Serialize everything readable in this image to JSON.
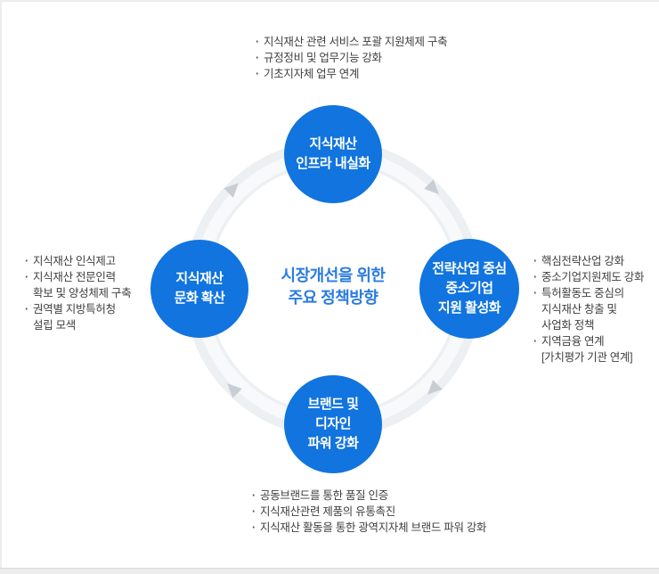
{
  "center": {
    "lines": [
      "시장개선을 위한",
      "주요 정책방향"
    ]
  },
  "nodes": {
    "top": {
      "lines": [
        "지식재산",
        "인프라 내실화"
      ]
    },
    "right": {
      "lines": [
        "전략산업 중심",
        "중소기업",
        "지원 활성화"
      ]
    },
    "bottom": {
      "lines": [
        "브랜드 및",
        "디자인",
        "파워 강화"
      ]
    },
    "left": {
      "lines": [
        "지식재산",
        "문화 확산"
      ]
    }
  },
  "lists": {
    "top": {
      "items": [
        {
          "lines": [
            "지식재산 관련 서비스 포괄 지원체제 구축"
          ]
        },
        {
          "lines": [
            "규정정비 및 업무기능 강화"
          ]
        },
        {
          "lines": [
            "기초지자체 업무 연계"
          ]
        }
      ]
    },
    "right": {
      "items": [
        {
          "lines": [
            "핵심전략산업 강화"
          ]
        },
        {
          "lines": [
            "중소기업지원제도 강화"
          ]
        },
        {
          "lines": [
            "특허활동도 중심의",
            "지식재산 창출 및",
            "사업화 정책"
          ]
        },
        {
          "lines": [
            "지역금융 연계",
            "[가치평가 기관 연계]"
          ]
        }
      ]
    },
    "bottom": {
      "items": [
        {
          "lines": [
            "공동브랜드를 통한 품질 인증"
          ]
        },
        {
          "lines": [
            "지식재산관련 제품의 유통촉진"
          ]
        },
        {
          "lines": [
            "지식재산 활동을 통한 광역지자체 브랜드 파워 강화"
          ]
        }
      ]
    },
    "left": {
      "items": [
        {
          "lines": [
            "지식재산 인식제고"
          ]
        },
        {
          "lines": [
            "지식재산 전문인력",
            "확보 및 양성체제 구축"
          ]
        },
        {
          "lines": [
            "권역별 지방특허청",
            "설립 모색"
          ]
        }
      ]
    }
  },
  "colors": {
    "node_blue": "#1174df",
    "center_text": "#2a7ce0",
    "ring": "#edf0f3",
    "ring_highlight": "#f7f9fb",
    "ring_edge": "#e3e7eb",
    "arrow": "#c9ced5",
    "bullet_text": "#3f3f3f",
    "footer_bar": "#ececec",
    "edge": "#ededed"
  }
}
